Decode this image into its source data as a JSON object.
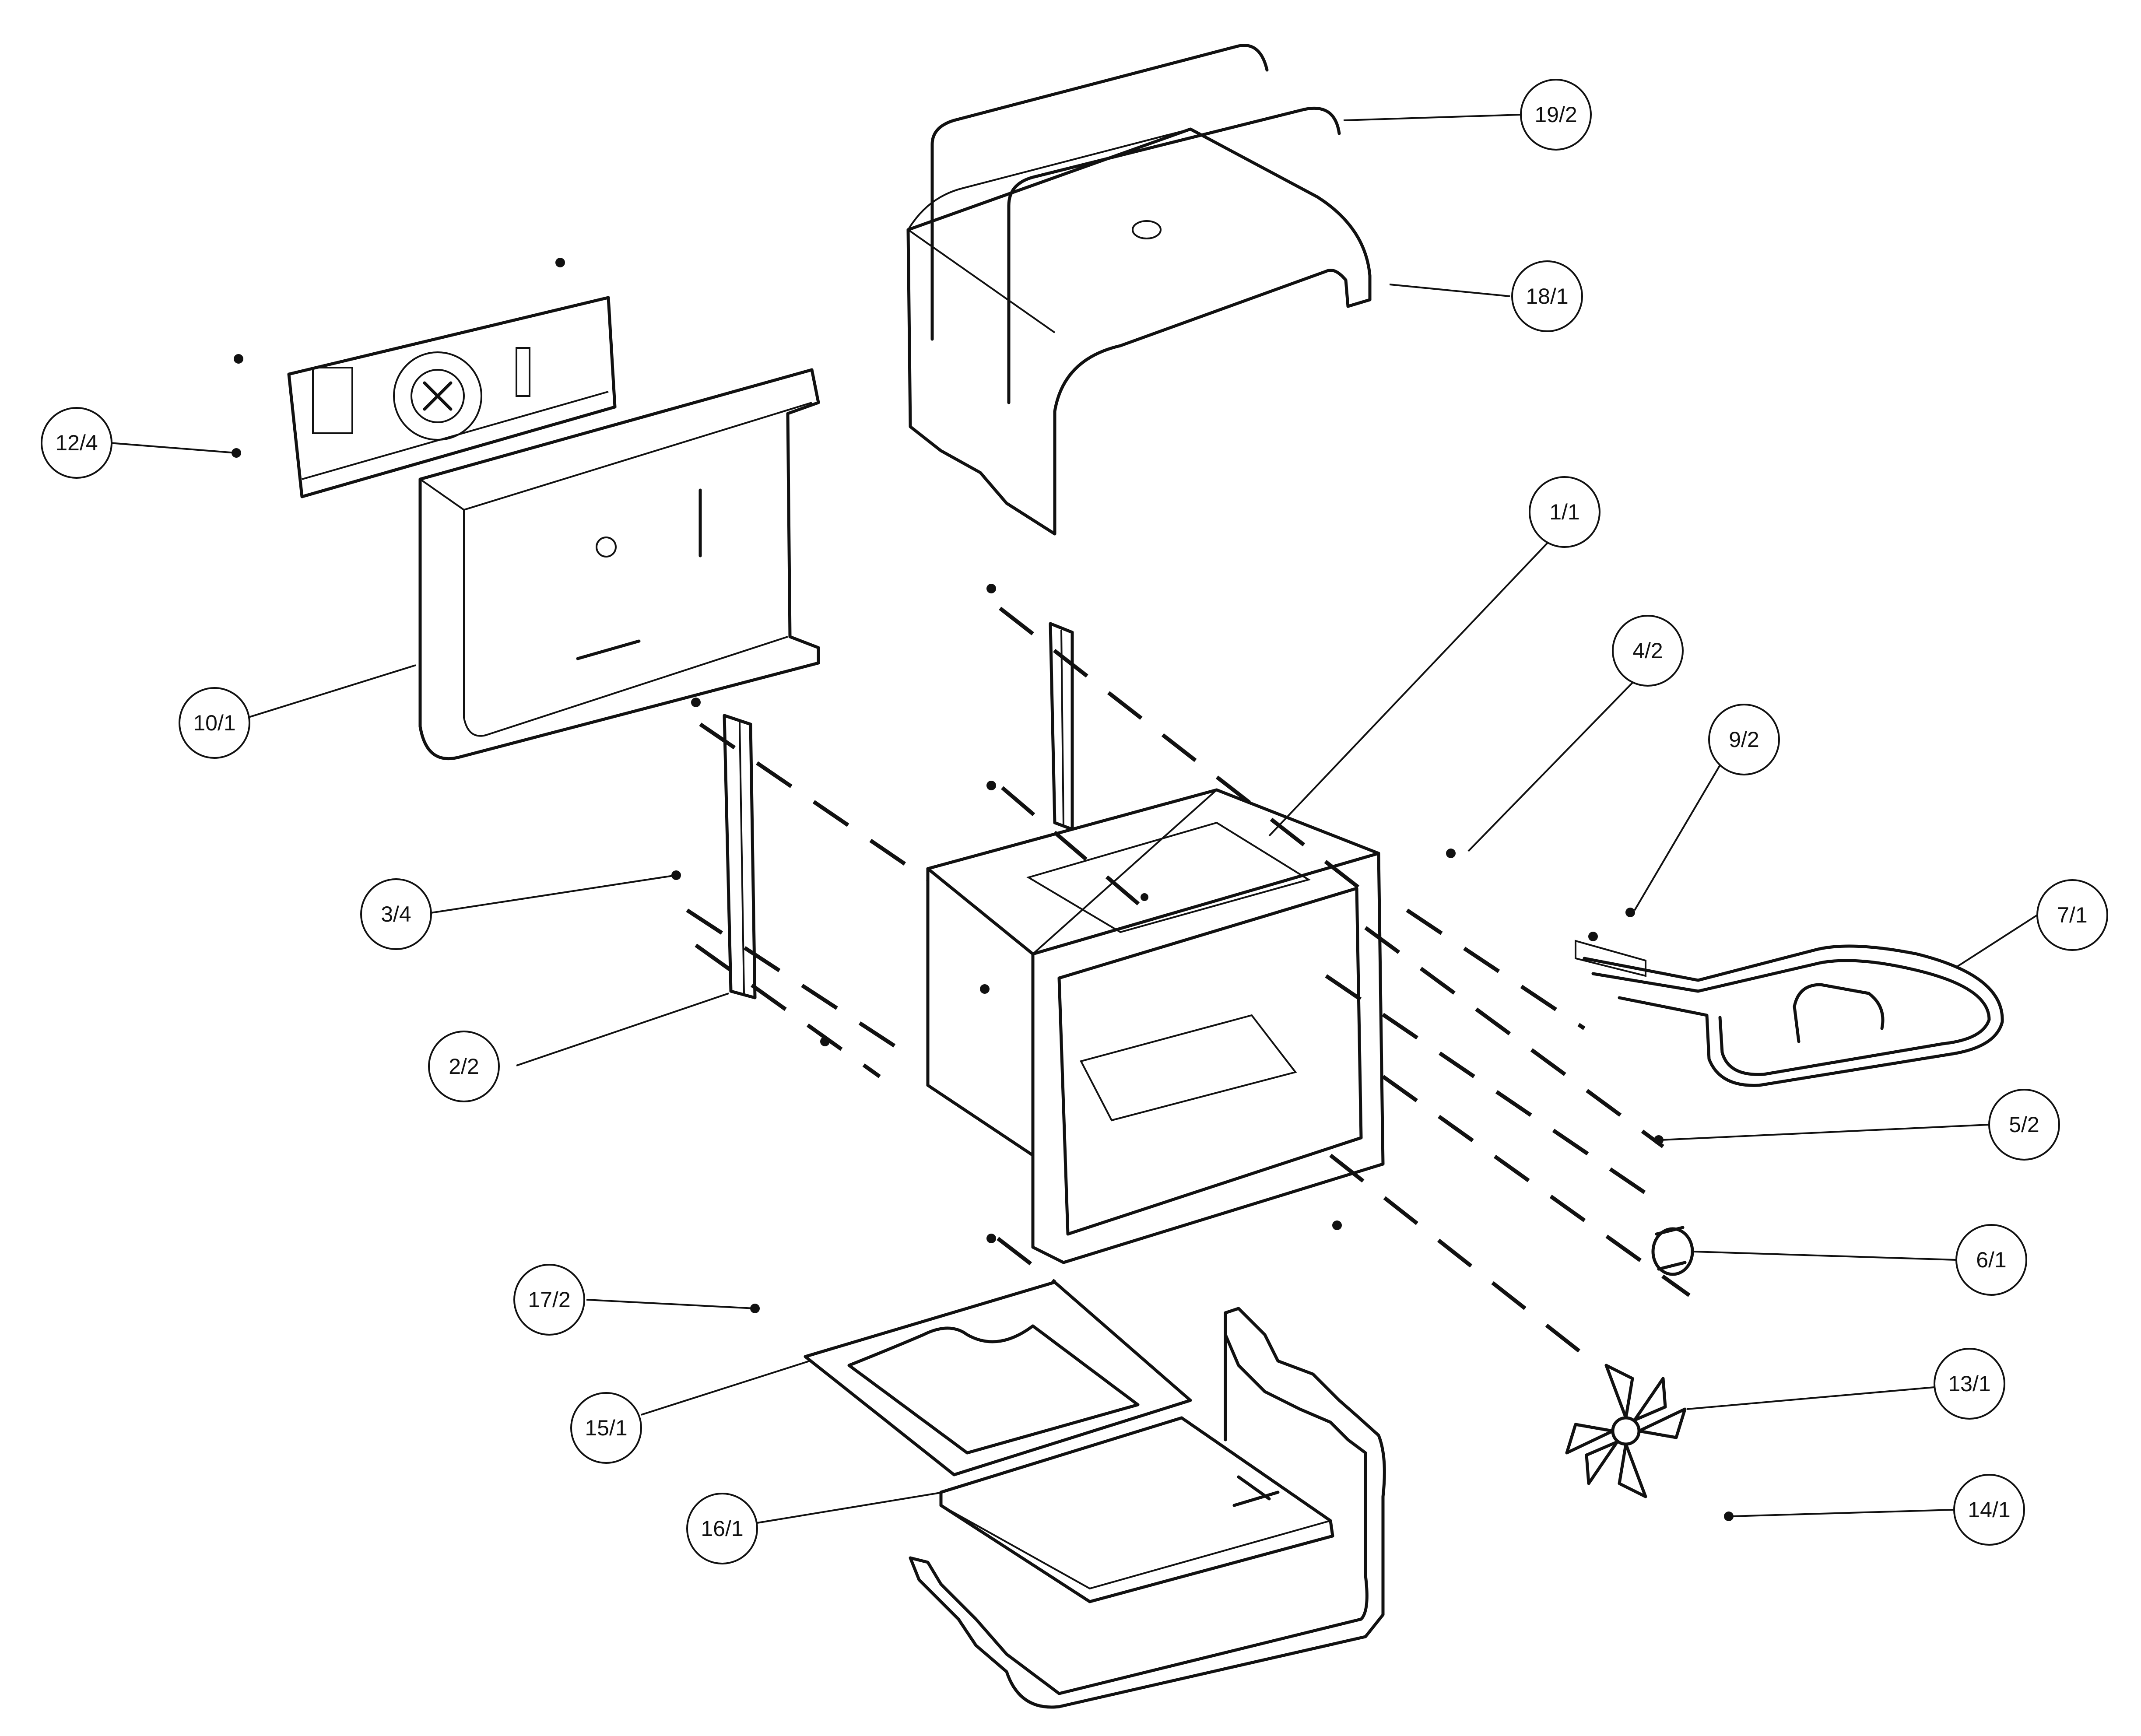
{
  "callouts": [
    {
      "id": "19-2",
      "label": "19/2"
    },
    {
      "id": "18-1",
      "label": "18/1"
    },
    {
      "id": "12-4",
      "label": "12/4"
    },
    {
      "id": "1-1",
      "label": "1/1"
    },
    {
      "id": "4-2",
      "label": "4/2"
    },
    {
      "id": "9-2",
      "label": "9/2"
    },
    {
      "id": "10-1",
      "label": "10/1"
    },
    {
      "id": "7-1",
      "label": "7/1"
    },
    {
      "id": "3-4",
      "label": "3/4"
    },
    {
      "id": "2-2",
      "label": "2/2"
    },
    {
      "id": "5-2",
      "label": "5/2"
    },
    {
      "id": "6-1",
      "label": "6/1"
    },
    {
      "id": "17-2",
      "label": "17/2"
    },
    {
      "id": "13-1",
      "label": "13/1"
    },
    {
      "id": "15-1",
      "label": "15/1"
    },
    {
      "id": "14-1",
      "label": "14/1"
    },
    {
      "id": "16-1",
      "label": "16/1"
    }
  ]
}
